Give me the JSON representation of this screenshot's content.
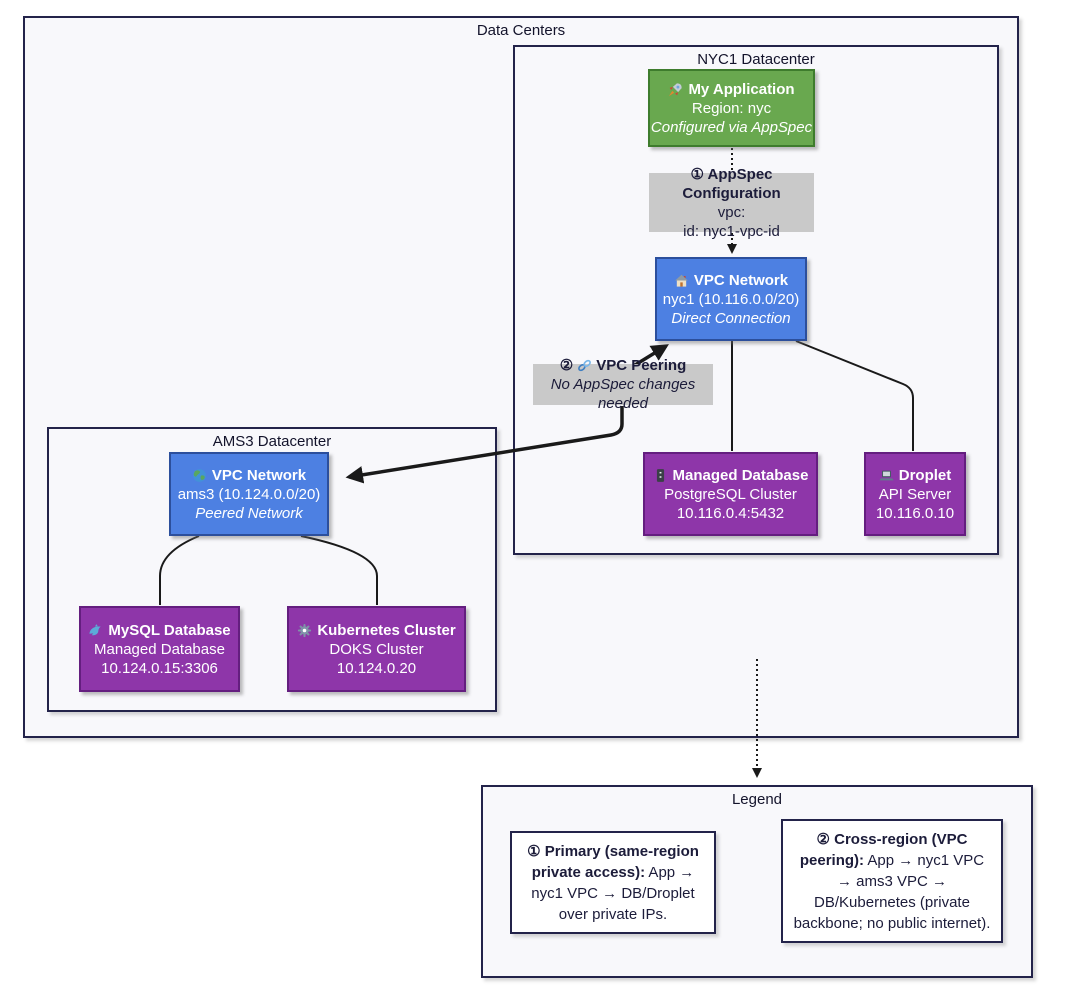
{
  "colors": {
    "app_fill": "#69a84f",
    "app_border": "#3e7c2d",
    "vpc_fill": "#4d80e2",
    "vpc_border": "#2c4f9c",
    "resource_fill": "#8e36a9",
    "resource_border": "#641e7f",
    "edge_label_bg": "#c9c9c9",
    "frame_border": "#23234a",
    "frame_fill": "#f8f8fb",
    "edge_color": "#1a1a1a"
  },
  "frames": {
    "data_centers": "Data Centers",
    "nyc1": "NYC1 Datacenter",
    "ams3": "AMS3 Datacenter",
    "legend": "Legend"
  },
  "nodes": {
    "app": {
      "icon": "rocket-icon",
      "title": "My Application",
      "line2": "Region: nyc",
      "line3": "Configured via AppSpec"
    },
    "vpc_nyc1": {
      "icon": "house-icon",
      "title": "VPC Network",
      "line2": "nyc1 (10.116.0.0/20)",
      "line3": "Direct Connection"
    },
    "managed_db": {
      "icon": "file-cabinet-icon",
      "title": "Managed Database",
      "line2": "PostgreSQL Cluster",
      "line3": "10.116.0.4:5432"
    },
    "droplet": {
      "icon": "laptop-icon",
      "title": "Droplet",
      "line2": "API Server",
      "line3": "10.116.0.10"
    },
    "vpc_ams3": {
      "icon": "globe-icon",
      "title": "VPC Network",
      "line2": "ams3 (10.124.0.0/20)",
      "line3": "Peered Network"
    },
    "mysql": {
      "icon": "dolphin-icon",
      "title": "MySQL Database",
      "line2": "Managed Database",
      "line3": "10.124.0.15:3306"
    },
    "k8s": {
      "icon": "gear-icon",
      "title": "Kubernetes Cluster",
      "line2": "DOKS Cluster",
      "line3": "10.124.0.20"
    }
  },
  "edge_labels": {
    "appspec": {
      "title": "① AppSpec Configuration",
      "line2": "vpc:",
      "line3": "id: nyc1-vpc-id"
    },
    "peering": {
      "prefix": "②",
      "icon": "link-icon",
      "title": "VPC Peering",
      "line2": "No AppSpec changes needed"
    }
  },
  "legend": {
    "item1_bold": "① Primary (same-region private access):",
    "item1_text": " App → nyc1 VPC → DB/Droplet over private IPs.",
    "item2_bold": "② Cross-region (VPC peering):",
    "item2_text": " App → nyc1 VPC → ams3 VPC → DB/Kubernetes (private backbone; no public internet)."
  }
}
